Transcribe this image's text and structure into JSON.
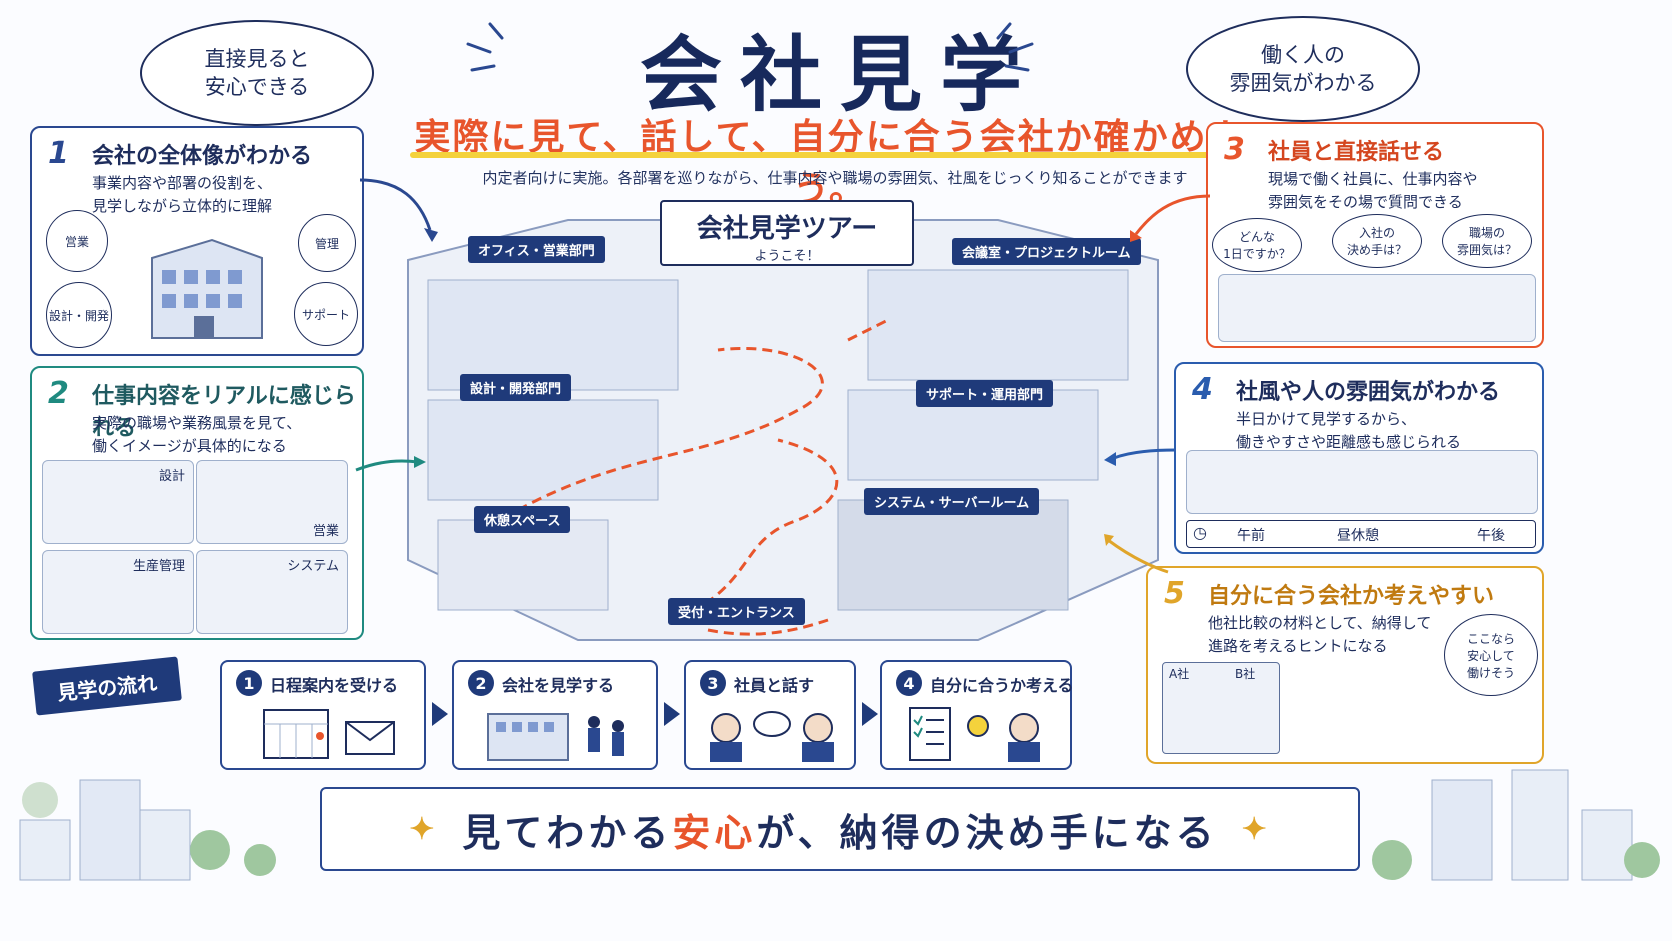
{
  "header": {
    "title": "会社見学",
    "subtitle": "実際に見て、話して、自分に合う会社か確かめよう。",
    "lead": "内定者向けに実施。各部署を巡りながら、仕事内容や職場の雰囲気、社風をじっくり知ることができます"
  },
  "bubbles": {
    "left": [
      "直接見ると",
      "安心できる"
    ],
    "right": [
      "働く人の",
      "雰囲気がわかる"
    ]
  },
  "panels": [
    {
      "num": "1",
      "title": "会社の全体像がわかる",
      "body": "事業内容や部署の役割を、\n見学しながら立体的に理解",
      "labels": [
        "営業",
        "管理",
        "設計・開発",
        "サポート"
      ]
    },
    {
      "num": "2",
      "title": "仕事内容をリアルに感じられる",
      "body": "実際の職場や業務風景を見て、\n働くイメージが具体的になる",
      "labels": [
        "設計",
        "営業",
        "生産管理",
        "システム"
      ]
    },
    {
      "num": "3",
      "title": "社員と直接話せる",
      "body": "現場で働く社員に、仕事内容や\n雰囲気をその場で質問できる",
      "labels": [
        "どんな\n1日ですか？",
        "入社の\n決め手は？",
        "職場の\n雰囲気は？"
      ]
    },
    {
      "num": "4",
      "title": "社風や人の雰囲気がわかる",
      "body": "半日かけて見学するから、\n働きやすさや距離感も感じられる",
      "labels": [
        "午前",
        "昼休憩",
        "午後"
      ]
    },
    {
      "num": "5",
      "title": "自分に合う会社か考えやすい",
      "body": "他社比較の材料として、納得して\n進路を考えるヒントになる",
      "labels": [
        "A社",
        "B社",
        "ここなら\n安心して\n働けそう"
      ]
    }
  ],
  "tour": {
    "sign_title": "会社見学ツアー",
    "sign_sub": "ようこそ！",
    "areas": [
      "オフィス・営業部門",
      "会議室・プロジェクトルーム",
      "設計・開発部門",
      "サポート・運用部門",
      "休憩スペース",
      "システム・サーバールーム",
      "受付・エントランス"
    ]
  },
  "flow": {
    "label": "見学の流れ",
    "steps": [
      {
        "num": "1",
        "label": "日程案内を受ける"
      },
      {
        "num": "2",
        "label": "会社を見学する"
      },
      {
        "num": "3",
        "label": "社員と話す"
      },
      {
        "num": "4",
        "label": "自分に合うか考える"
      }
    ]
  },
  "footer": {
    "part1": "見てわかる",
    "highlight": "安心",
    "part2": "が、納得の決め手になる"
  },
  "colors": {
    "navy": "#1e2d5c",
    "panel1": "#2a4890",
    "panel2": "#1f8a80",
    "panel3": "#e8552c",
    "panel4": "#2a5cae",
    "panel5": "#e0a52a",
    "accent": "#e8552c"
  }
}
